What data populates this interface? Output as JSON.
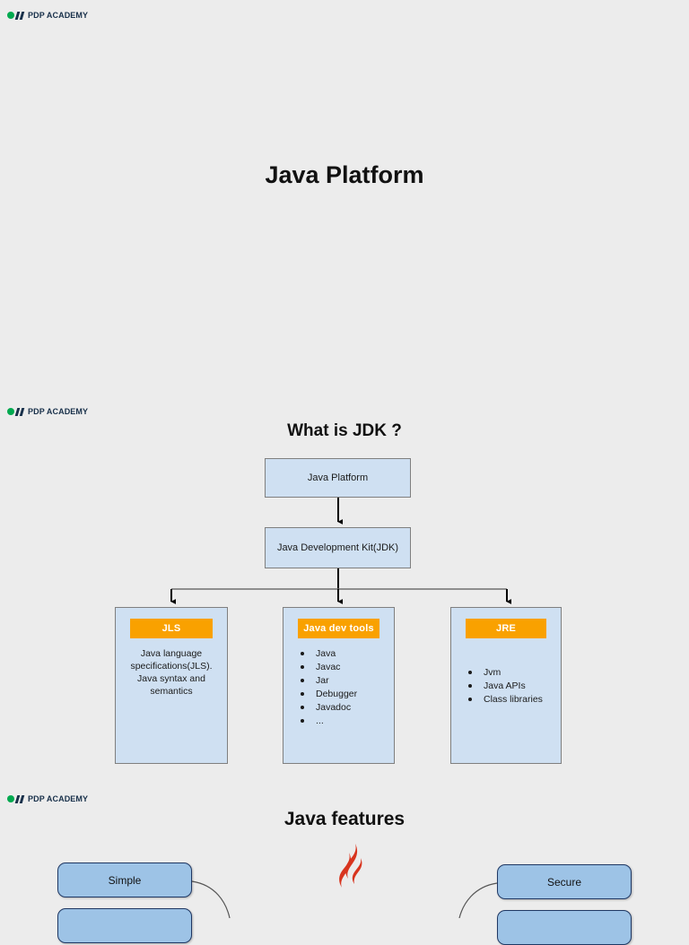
{
  "brand": {
    "name": "PDP ACADEMY",
    "dot_color": "#00a94f",
    "text_color": "#18304a"
  },
  "colors": {
    "background": "#ececec",
    "node_fill": "#cfe0f2",
    "node_border": "#7f7f7f",
    "header_orange": "#f9a100",
    "feature_fill": "#9dc3e6",
    "feature_border": "#1f3864",
    "java_flame": "#d8351f"
  },
  "slides": [
    {
      "id": "slide-1",
      "title": "Java Platform"
    },
    {
      "id": "slide-2",
      "title": "What is JDK ?",
      "flow": {
        "root": "Java Platform",
        "second": "Java Development Kit(JDK)",
        "panels": [
          {
            "header": "JLS",
            "text": "Java language specifications(JLS). Java syntax and semantics",
            "items": []
          },
          {
            "header": "Java dev tools",
            "text": "",
            "items": [
              "Java",
              "Javac",
              "Jar",
              "Debugger",
              "Javadoc",
              "..."
            ]
          },
          {
            "header": "JRE",
            "text": "",
            "items": [
              "Jvm",
              "Java APIs",
              "Class libraries"
            ]
          }
        ]
      }
    },
    {
      "id": "slide-3",
      "title": "Java features",
      "features_left": [
        "Simple",
        ""
      ],
      "features_right": [
        "Secure",
        ""
      ],
      "center_icon": "java-flame-icon"
    }
  ]
}
